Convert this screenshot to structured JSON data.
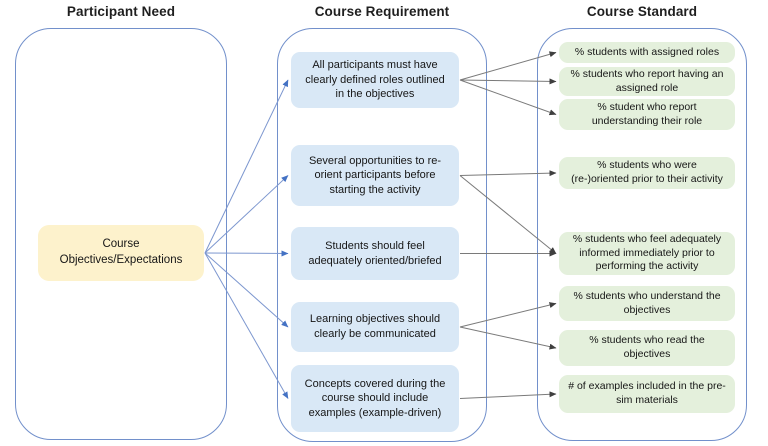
{
  "diagram": {
    "columns": {
      "need": {
        "title": "Participant Need"
      },
      "requirement": {
        "title": "Course Requirement"
      },
      "standard": {
        "title": "Course Standard"
      }
    },
    "need": {
      "label": "Course Objectives/Expectations"
    },
    "requirements": [
      {
        "id": "req1",
        "text": "All participants must have clearly defined roles outlined in the objectives"
      },
      {
        "id": "req2",
        "text": "Several opportunities to re-orient participants before starting the activity"
      },
      {
        "id": "req3",
        "text": "Students should feel adequately oriented/briefed"
      },
      {
        "id": "req4",
        "text": "Learning objectives should clearly be communicated"
      },
      {
        "id": "req5",
        "text": "Concepts covered during the course should include examples (example-driven)"
      }
    ],
    "standards": [
      {
        "id": "std1",
        "text": "% students with assigned roles"
      },
      {
        "id": "std2",
        "text": "% students who report having an assigned role"
      },
      {
        "id": "std3",
        "text": "% student who report understanding their role"
      },
      {
        "id": "std4",
        "text": "% students who were (re-)oriented prior to their activity"
      },
      {
        "id": "std5",
        "text": "% students who feel adequately informed immediately prior to performing the activity"
      },
      {
        "id": "std6",
        "text": "% students who understand the objectives"
      },
      {
        "id": "std7",
        "text": "% students who read the objectives"
      },
      {
        "id": "std8",
        "text": "# of examples included in the pre-sim materials"
      }
    ],
    "edges": [
      {
        "from": "need",
        "to": "req1",
        "type": "blue"
      },
      {
        "from": "need",
        "to": "req2",
        "type": "blue"
      },
      {
        "from": "need",
        "to": "req3",
        "type": "blue"
      },
      {
        "from": "need",
        "to": "req4",
        "type": "blue"
      },
      {
        "from": "need",
        "to": "req5",
        "type": "blue"
      },
      {
        "from": "req1",
        "to": "std1",
        "type": "gray"
      },
      {
        "from": "req1",
        "to": "std2",
        "type": "gray"
      },
      {
        "from": "req1",
        "to": "std3",
        "type": "gray"
      },
      {
        "from": "req2",
        "to": "std4",
        "type": "gray"
      },
      {
        "from": "req2",
        "to": "std5",
        "type": "gray"
      },
      {
        "from": "req3",
        "to": "std5",
        "type": "gray"
      },
      {
        "from": "req4",
        "to": "std6",
        "type": "gray"
      },
      {
        "from": "req4",
        "to": "std7",
        "type": "gray"
      },
      {
        "from": "req5",
        "to": "std8",
        "type": "gray"
      }
    ],
    "colors": {
      "need_fill": "#fdf2cc",
      "requirement_fill": "#d9e8f6",
      "standard_fill": "#e4f0dc",
      "container_border": "#7290cb",
      "blue_arrow": "#7d97cf",
      "blue_arrowhead": "#4472c4",
      "gray_arrow": "#7a7a7a",
      "gray_arrowhead": "#3f3f3f"
    }
  }
}
